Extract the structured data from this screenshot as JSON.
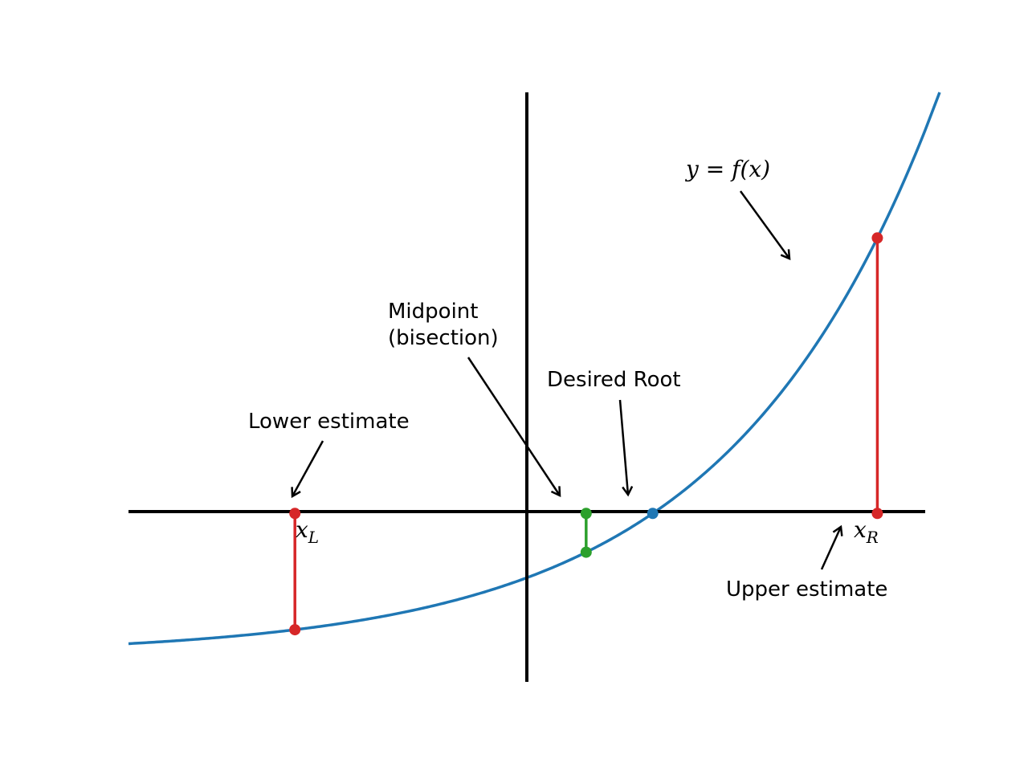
{
  "diagram": {
    "labels": {
      "lower_estimate": "Lower estimate",
      "midpoint_line1": "Midpoint",
      "midpoint_line2": "(bisection)",
      "desired_root": "Desired Root",
      "upper_estimate": "Upper estimate",
      "curve_label": "y = f(x)",
      "xl_main": "x",
      "xl_sub": "L",
      "xr_main": "x",
      "xr_sub": "R"
    },
    "colors": {
      "axis": "#000000",
      "curve": "#1f77b4",
      "estimates": "#d62728",
      "midpoint": "#2ca02c",
      "root": "#1f77b4"
    },
    "function": {
      "type": "exponential",
      "form": "f(x) = exp(x) - exp(root)",
      "x_range": [
        -2.0,
        1.83
      ],
      "y_range": [
        -2.0,
        5.0
      ]
    },
    "points": {
      "x_lower": -1.2,
      "x_upper": 1.6,
      "x_midpoint": 0.2,
      "x_root": 0.52
    }
  }
}
